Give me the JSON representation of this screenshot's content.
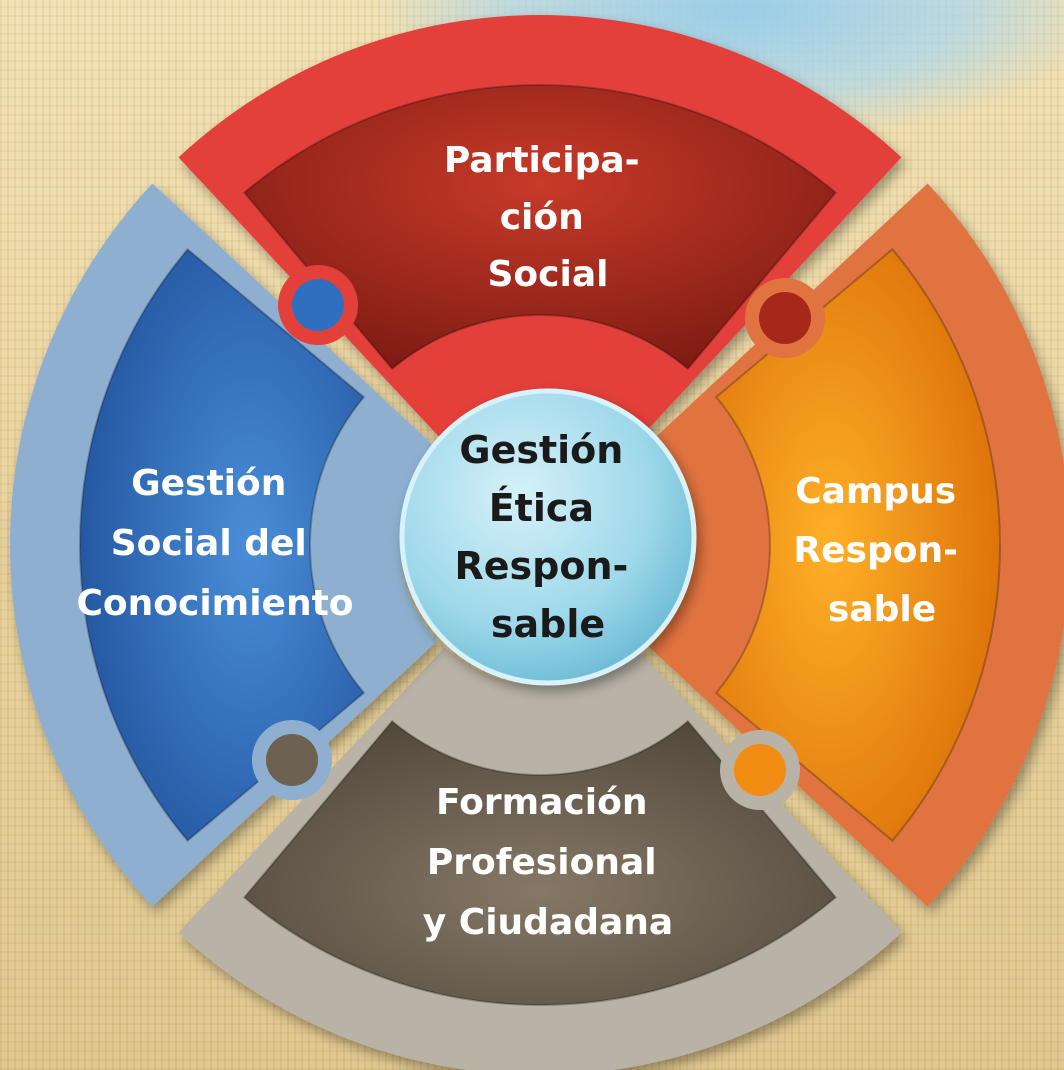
{
  "center": {
    "lines": [
      "Gestión",
      "Ética",
      "Respon-",
      "sable"
    ]
  },
  "segments": {
    "top": {
      "lines": [
        "Participa-",
        "ción",
        "Social"
      ],
      "outer_color": "#e4403a",
      "inner_color": "#a8271b"
    },
    "right": {
      "lines": [
        "Campus",
        "Respon-",
        "sable"
      ],
      "outer_color": "#e0733f",
      "inner_color": "#f18d12"
    },
    "bottom": {
      "lines": [
        "Formación",
        "Profesional",
        "y Ciudadana"
      ],
      "outer_color": "#b9b2a6",
      "inner_color": "#6d6152"
    },
    "left": {
      "lines": [
        "Gestión",
        "Social del",
        "Conocimiento"
      ],
      "outer_color": "#8eafcf",
      "inner_color": "#2f6fc0"
    }
  },
  "center_color": "#9ed8ea"
}
